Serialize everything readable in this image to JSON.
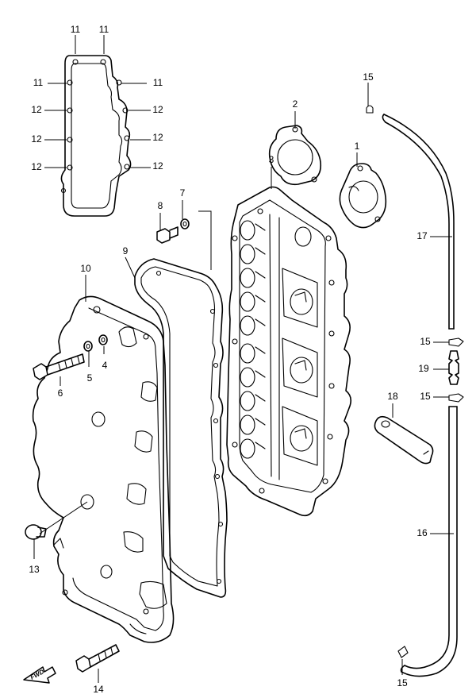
{
  "diagram": {
    "fwd_label": "FWD",
    "callouts": {
      "c1": "1",
      "c2": "2",
      "c3": "3",
      "c4": "4",
      "c5": "5",
      "c6": "6",
      "c7": "7",
      "c8": "8",
      "c9": "9",
      "c10": "10",
      "c11a": "11",
      "c11b": "11",
      "c11c": "11",
      "c11d": "11",
      "c12a": "12",
      "c12b": "12",
      "c12c": "12",
      "c12d": "12",
      "c12e": "12",
      "c12f": "12",
      "c13": "13",
      "c14": "14",
      "c15a": "15",
      "c15b": "15",
      "c15c": "15",
      "c15d": "15",
      "c16": "16",
      "c17": "17",
      "c18": "18",
      "c19": "19"
    }
  }
}
